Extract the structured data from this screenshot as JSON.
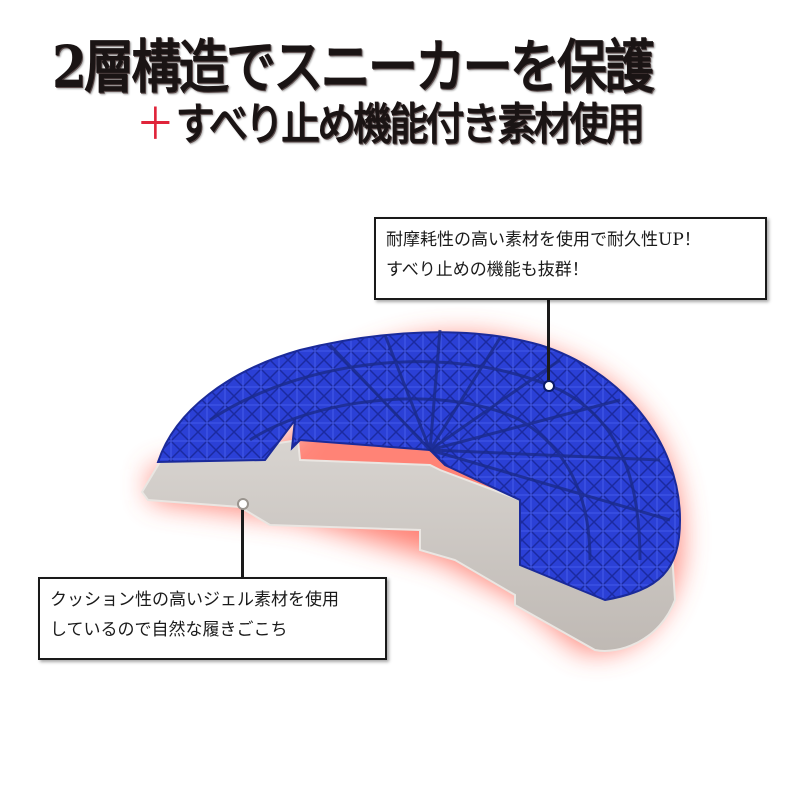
{
  "headline": {
    "title": "2層構造でスニーカーを保護",
    "subtitle_plus": "＋",
    "subtitle": "すべり止め機能付き素材使用",
    "plus_color": "#e0243a"
  },
  "product_image": {
    "description": "2-layer heel guard: blue textured anti-slip top layer on clear gel base",
    "top_layer_color": "#2a3fd0",
    "base_layer_color": "#cfc9c4",
    "glow_color": "#ff6a5a"
  },
  "callouts": {
    "top": {
      "line1": "耐摩耗性の高い素材を使用で耐久性UP！",
      "line2": "すべり止めの機能も抜群！"
    },
    "bottom": {
      "line1": "クッション性の高いジェル素材を使用",
      "line2": "しているので自然な履きごこち"
    }
  }
}
